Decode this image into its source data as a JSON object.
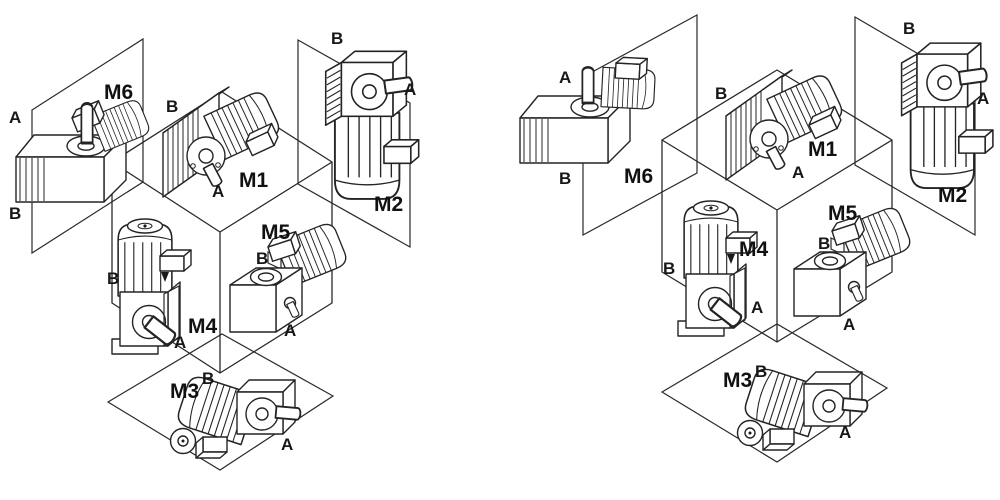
{
  "colors": {
    "background": "#ffffff",
    "line": "#242424",
    "label_text": "#111111"
  },
  "panels": [
    {
      "id": "left-gear-unit-mounting-positions",
      "positions": {
        "m1": {
          "label": "M1",
          "a": "A",
          "b": "B"
        },
        "m2": {
          "label": "M2",
          "a": "A",
          "b": "B"
        },
        "m3": {
          "label": "M3",
          "a": "A",
          "b": "B"
        },
        "m4": {
          "label": "M4",
          "a": "A",
          "b": "B"
        },
        "m5": {
          "label": "M5",
          "a": "A",
          "b": "B"
        },
        "m6": {
          "label": "M6",
          "a": "A",
          "b": "B"
        }
      }
    },
    {
      "id": "right-gear-unit-mounting-positions",
      "positions": {
        "m1": {
          "label": "M1",
          "a": "A",
          "b": "B"
        },
        "m2": {
          "label": "M2",
          "a": "A",
          "b": "B"
        },
        "m3": {
          "label": "M3",
          "a": "A",
          "b": "B"
        },
        "m4": {
          "label": "M4",
          "a": "A",
          "b": "B"
        },
        "m5": {
          "label": "M5",
          "a": "A",
          "b": "B"
        },
        "m6": {
          "label": "M6",
          "a": "A",
          "b": "B"
        }
      }
    }
  ]
}
